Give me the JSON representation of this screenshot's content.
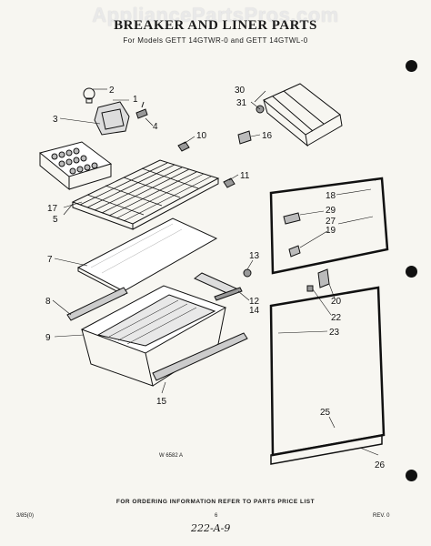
{
  "watermark": "AppliancePartsPros.com",
  "title": "BREAKER AND LINER PARTS",
  "subtitle": "For Models GETT 14GTWR-0 and GETT 14GTWL-0",
  "figure_number": "W 6582 A",
  "order_note": "FOR ORDERING INFORMATION REFER TO PARTS PRICE LIST",
  "doc_code": "3/85(0)",
  "page_number": "6",
  "revision": "REV. 0",
  "handwritten_note": "222-A-9",
  "callouts": [
    "1",
    "2",
    "3",
    "4",
    "5",
    "7",
    "8",
    "9",
    "10",
    "11",
    "12",
    "13",
    "14",
    "15",
    "16",
    "17",
    "18",
    "19",
    "20",
    "22",
    "23",
    "25",
    "26",
    "27",
    "29",
    "30",
    "31"
  ],
  "colors": {
    "ink": "#111111",
    "paper": "#f7f6f1"
  }
}
